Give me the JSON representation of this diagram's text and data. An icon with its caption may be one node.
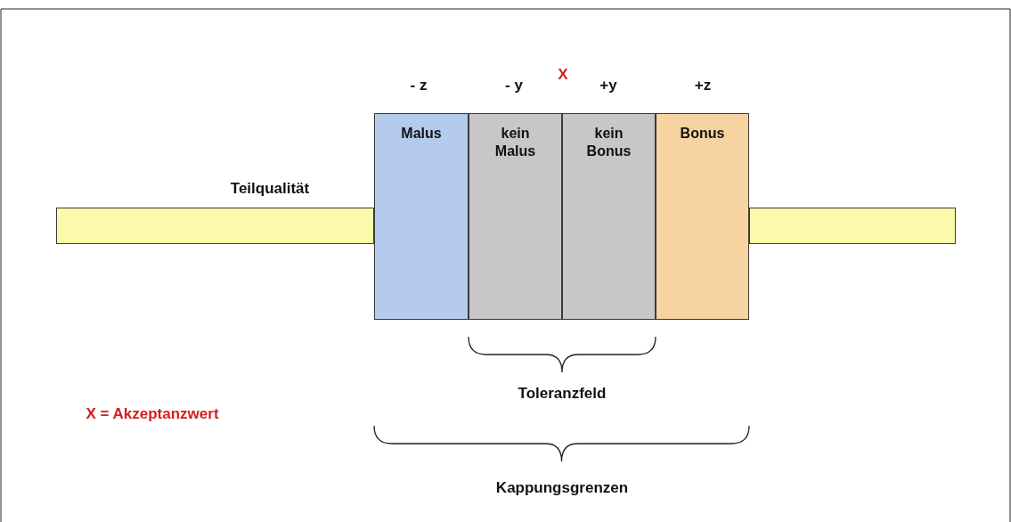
{
  "diagram": {
    "nodes": [
      {
        "text": [],
        "shape": "bar",
        "beside": [
          "Teilqualität"
        ]
      },
      {
        "text": [
          "Malus"
        ]
      },
      {
        "text": [
          "kein Malus"
        ]
      },
      {
        "text": [
          "kein Bonus"
        ]
      },
      {
        "text": [
          "Bonus"
        ]
      },
      {
        "text": [],
        "shape": "bar"
      }
    ],
    "labels": [
      "X",
      "- z",
      "- y",
      "+y",
      "+z",
      "Toleranzfeld",
      "X = Akzeptanzwert",
      "Kappungsgrenzen"
    ]
  }
}
